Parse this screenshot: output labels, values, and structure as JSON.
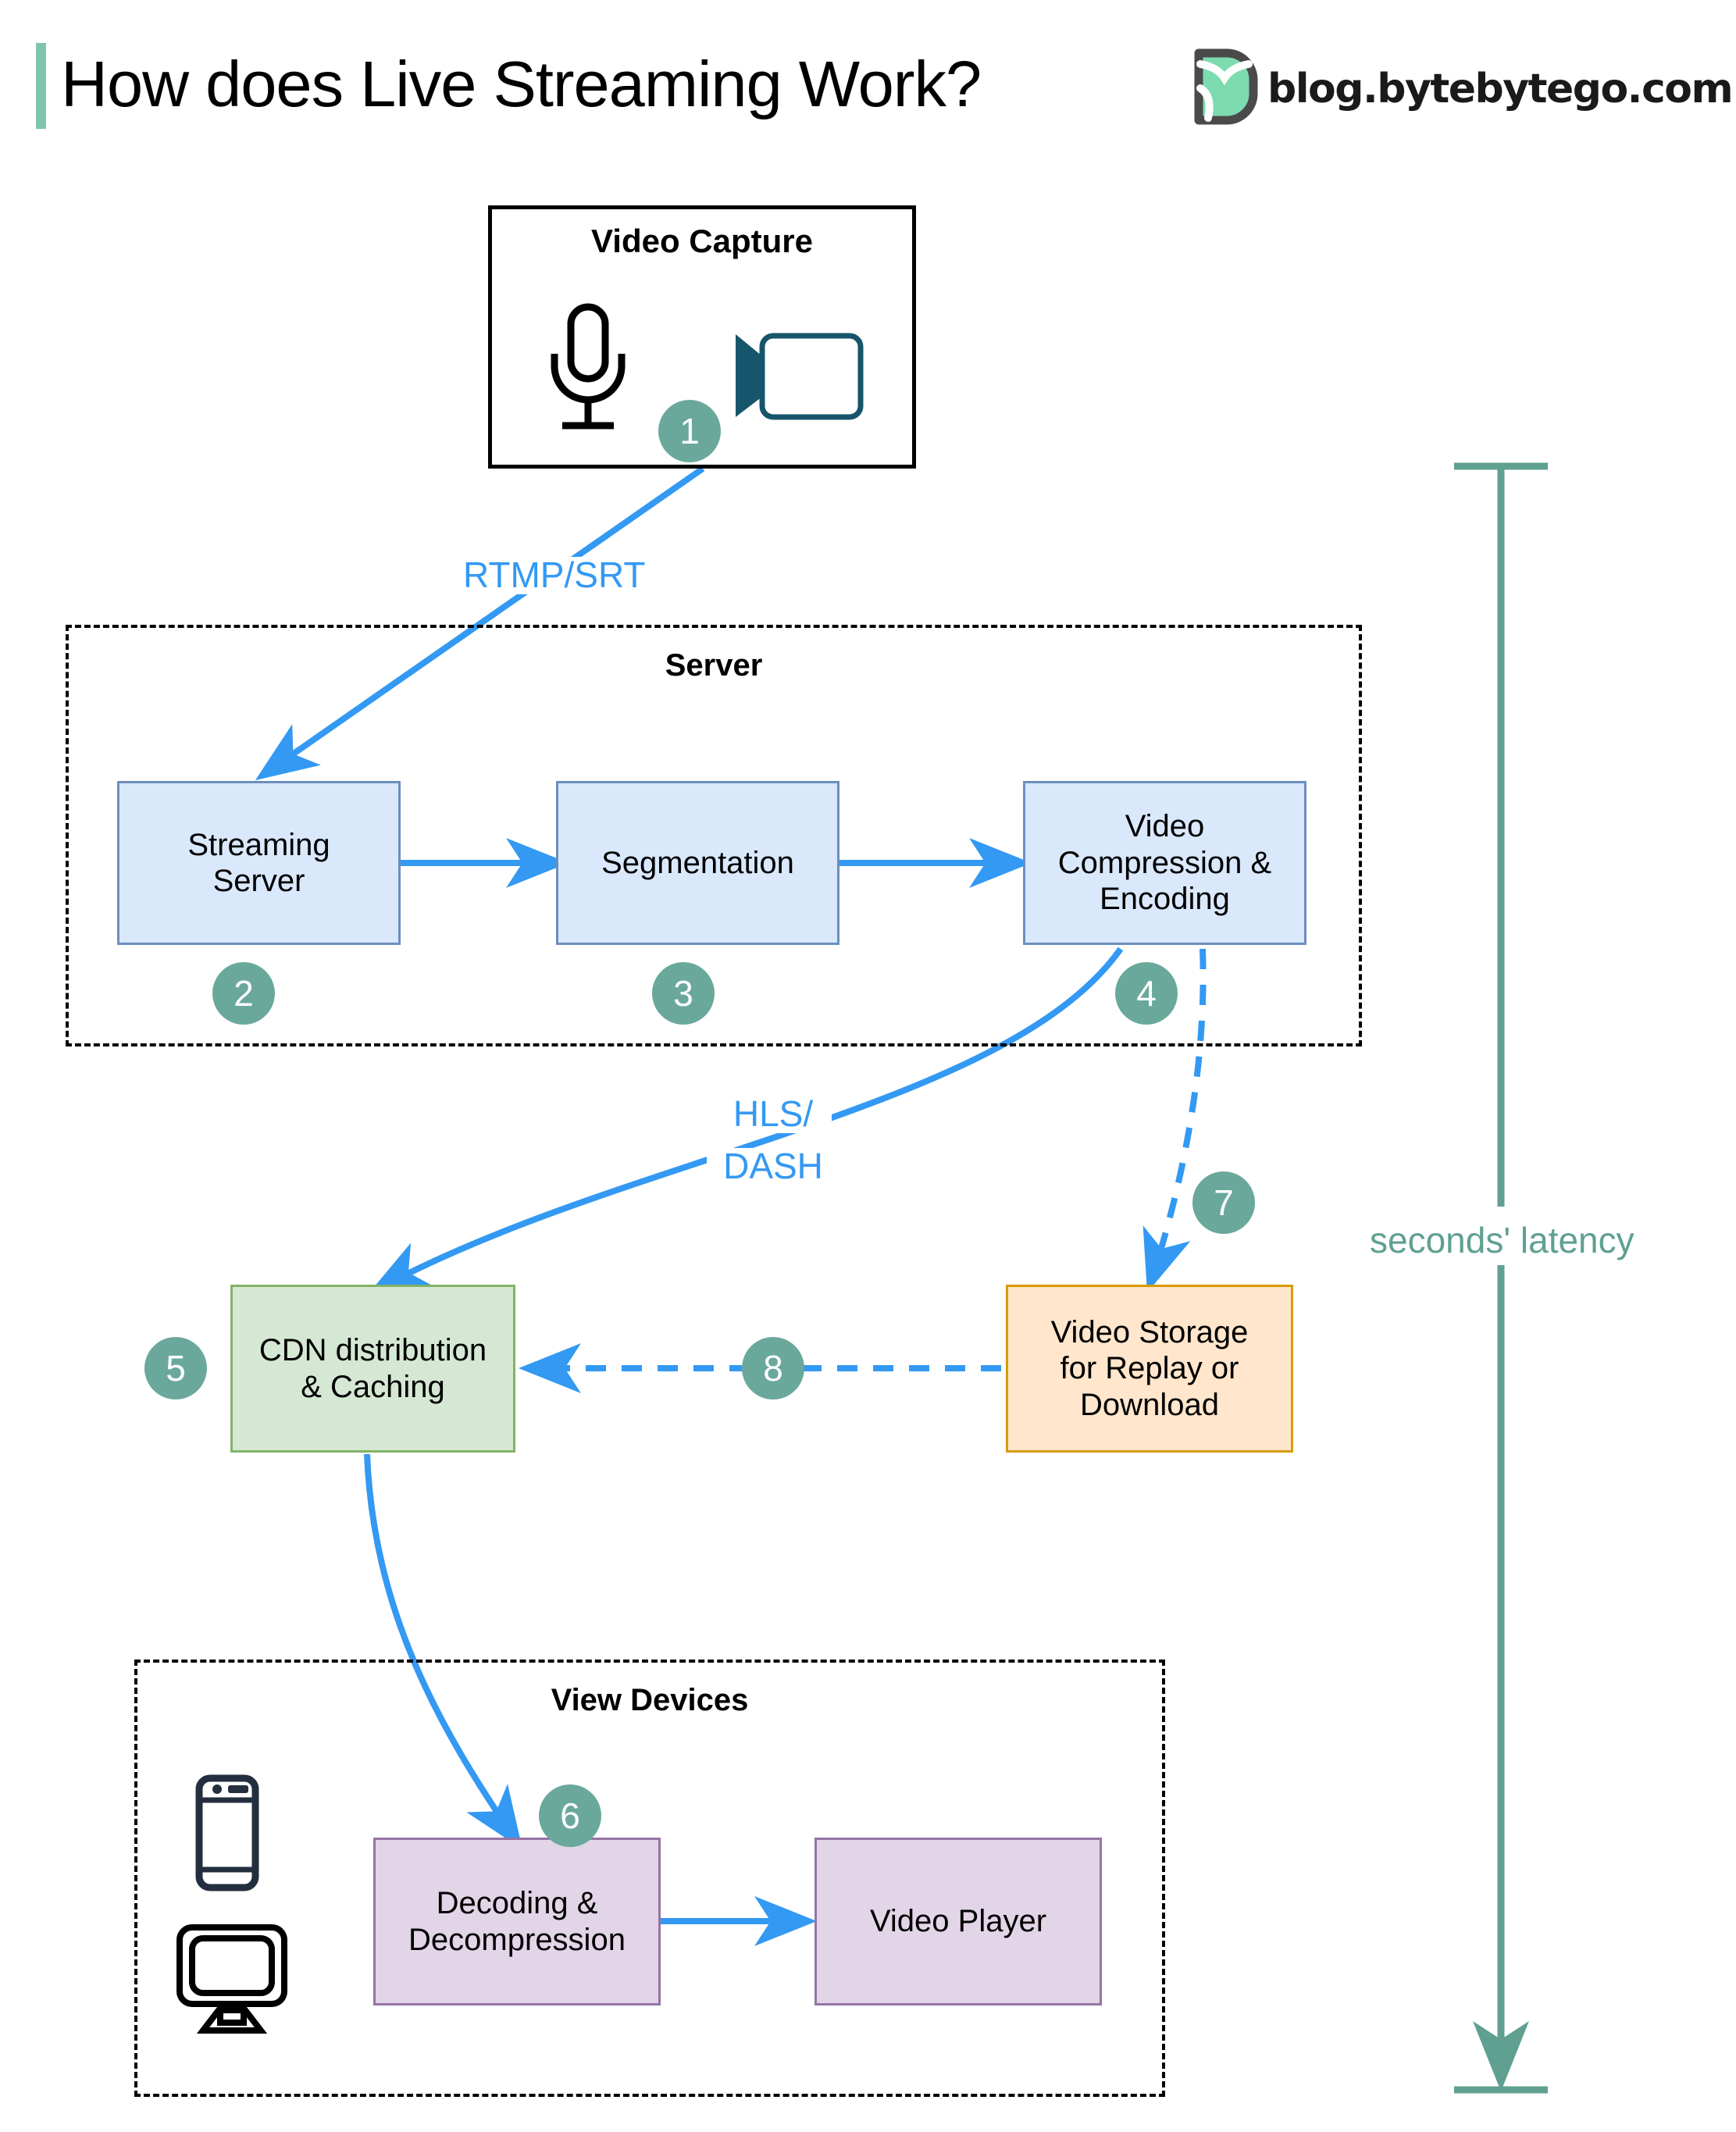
{
  "header": {
    "title": "How does Live Streaming Work?",
    "brand_text": "blog.bytebytego.com",
    "logo_icon": "bytebytego-owl-logo-icon",
    "accent_bar_color": "#7fc4ae"
  },
  "colors": {
    "badge": "#6aa89c",
    "edge_blue": "#3399f3",
    "latency_teal": "#5fa091",
    "blue_fill": "#dae8fc",
    "blue_stroke": "#6c8ebf",
    "green_fill": "#d5e8d4",
    "green_stroke": "#82b366",
    "orange_fill": "#ffe6cc",
    "orange_stroke": "#d79b00",
    "purple_fill": "#e1d5e7",
    "purple_stroke": "#9673a6",
    "camera_icon": "#16556b",
    "phone_icon": "#232f3e"
  },
  "groups": {
    "capture": {
      "label": "Video Capture"
    },
    "server": {
      "label": "Server"
    },
    "devices": {
      "label": "View Devices"
    }
  },
  "icons": {
    "microphone": "microphone-icon",
    "camera": "video-camera-icon",
    "phone": "mobile-phone-icon",
    "monitor": "desktop-monitor-icon"
  },
  "nodes": [
    {
      "id": "streaming-server",
      "label": "Streaming\nServer",
      "step": "2",
      "color": "blue"
    },
    {
      "id": "segmentation",
      "label": "Segmentation",
      "step": "3",
      "color": "blue"
    },
    {
      "id": "video-compression",
      "label": "Video\nCompression &\nEncoding",
      "step": "4",
      "color": "blue"
    },
    {
      "id": "cdn-distribution",
      "label": "CDN distribution\n& Caching",
      "step": "5",
      "color": "green"
    },
    {
      "id": "video-storage",
      "label": "Video Storage\nfor Replay or\nDownload",
      "step": "7",
      "color": "orange"
    },
    {
      "id": "decoding",
      "label": "Decoding &\nDecompression",
      "step": "6",
      "color": "purple"
    },
    {
      "id": "video-player",
      "label": "Video Player",
      "step": "",
      "color": "purple"
    }
  ],
  "node_labels": {
    "streaming_server_l1": "Streaming",
    "streaming_server_l2": "Server",
    "segmentation": "Segmentation",
    "compression_l1": "Video",
    "compression_l2": "Compression &",
    "compression_l3": "Encoding",
    "cdn_l1": "CDN distribution",
    "cdn_l2": "& Caching",
    "storage_l1": "Video Storage",
    "storage_l2": "for Replay or",
    "storage_l3": "Download",
    "decoding_l1": "Decoding &",
    "decoding_l2": "Decompression",
    "player": "Video Player"
  },
  "steps": {
    "s1": "1",
    "s2": "2",
    "s3": "3",
    "s4": "4",
    "s5": "5",
    "s6": "6",
    "s7": "7",
    "s8": "8"
  },
  "edge_labels": {
    "rtmp_srt": "RTMP/SRT",
    "hls": "HLS/",
    "dash": "DASH"
  },
  "annotations": {
    "latency": "seconds' latency"
  }
}
